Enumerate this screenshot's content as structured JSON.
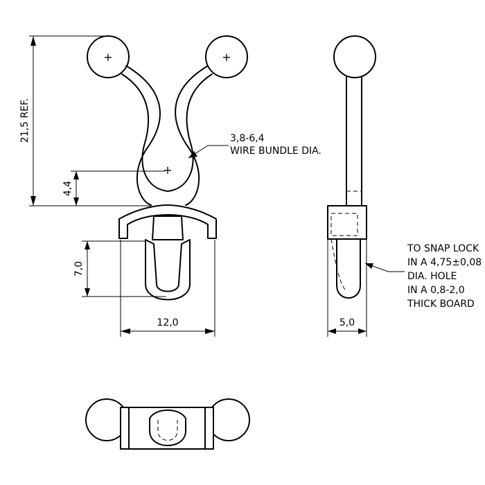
{
  "dimensions": {
    "overall_height": "21,5 REF.",
    "pin_offset": "4,4",
    "anchor_length": "7,0",
    "width": "12,0",
    "side_width": "5,0"
  },
  "callouts": {
    "bundle_range": "3,8-6,4",
    "bundle_label": "WIRE BUNDLE DIA.",
    "snap_lines": [
      "TO SNAP LOCK",
      "IN A 4,75±0,08",
      "DIA. HOLE",
      "IN A 0,8-2,0",
      "THICK BOARD"
    ]
  },
  "center_mark": "+"
}
